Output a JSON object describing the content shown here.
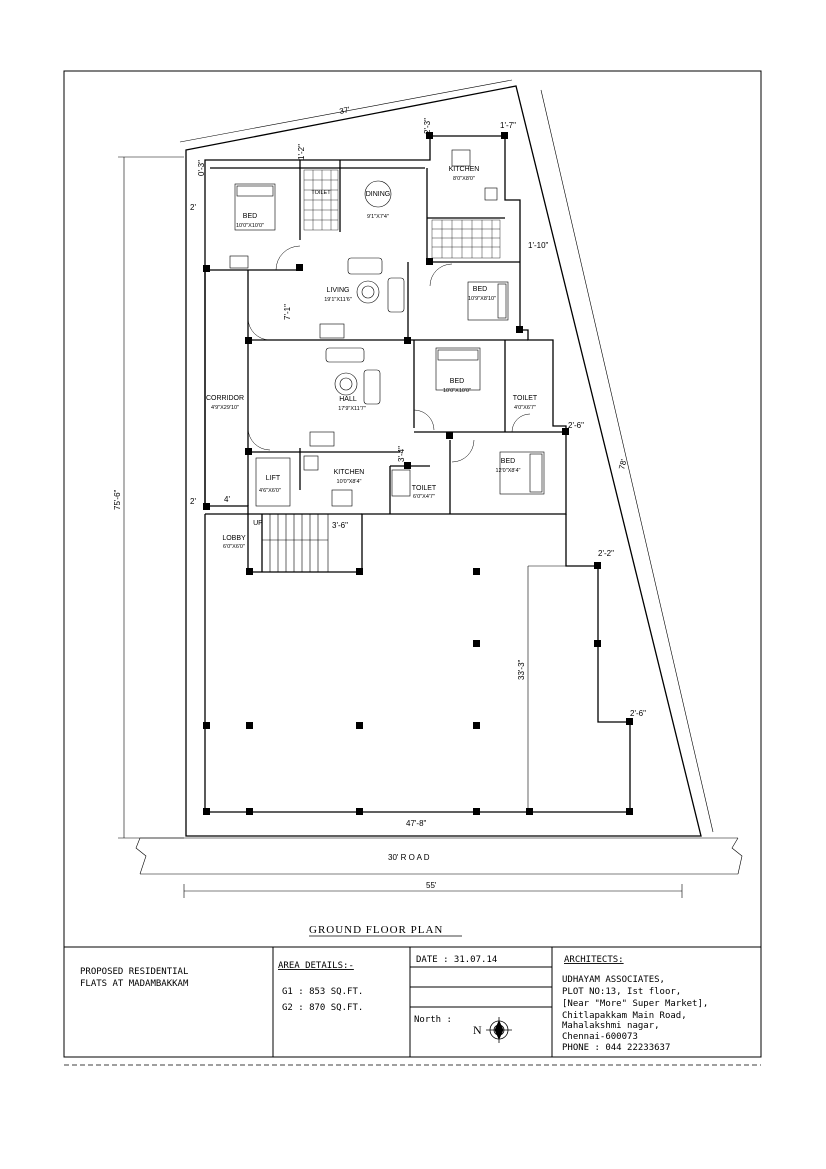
{
  "plan": {
    "title": "GROUND  FLOOR  PLAN",
    "rooms": {
      "dining": {
        "name": "DINING",
        "size": "9'1\"X7'4\""
      },
      "kitchen1": {
        "name": "KITCHEN",
        "size": "8'0\"X8'0\""
      },
      "bed1": {
        "name": "BED",
        "size": "10'0\"X10'0\""
      },
      "toilet1": {
        "name": "TOILET",
        "size": ""
      },
      "living": {
        "name": "LIVING",
        "size": "19'1\"X11'6\""
      },
      "bed2": {
        "name": "BED",
        "size": "10'9\"X8'10\""
      },
      "corridor": {
        "name": "CORRIDOR",
        "size": "4'9\"X29'10\""
      },
      "hall": {
        "name": "HALL",
        "size": "17'9\"X11'7\""
      },
      "bed3": {
        "name": "BED",
        "size": "10'0\"X10'0\""
      },
      "toilet2": {
        "name": "TOILET",
        "size": "4'0\"X6'7\""
      },
      "bed4": {
        "name": "BED",
        "size": "12'0\"X8'4\""
      },
      "lift": {
        "name": "LIFT",
        "size": "4'6\"X6'0\""
      },
      "kitchen2": {
        "name": "KITCHEN",
        "size": "10'0\"X8'4\""
      },
      "toilet3": {
        "name": "TOILET",
        "size": "6'0\"X4'7\""
      },
      "lobby": {
        "name": "LOBBY",
        "size": "6'0\"X6'0\""
      },
      "up": "UP"
    },
    "dims": {
      "top": "37'",
      "left": "75'-6\"",
      "right": "78'",
      "bottom_inner": "47'-8\"",
      "bottom_overall": "55'",
      "parking_depth": "33'-3\"",
      "stair": "3'-6\"",
      "d_2_left_top": "2'",
      "d_2_left_bottom": "2'",
      "d_4": "4'",
      "d_1_2": "1'-2\"",
      "d_2_3": "2'-3\"",
      "d_1_7": "1'-7\"",
      "d_1_10": "1'-10\"",
      "d_2_6a": "2'-6\"",
      "d_2_2": "2'-2\"",
      "d_2_6b": "2'-6\"",
      "d_7_1": "7'-1\"",
      "d_3_4": "3'-4\"",
      "d_0_3": "0'-3\""
    },
    "road": "30' R O A D"
  },
  "title_block": {
    "project": [
      "PROPOSED  RESIDENTIAL",
      "FLATS  AT  MADAMBAKKAM"
    ],
    "area_heading": "AREA  DETAILS:-",
    "area_lines": [
      "G1  :  853  SQ.FT.",
      "G2  :  870  SQ.FT."
    ],
    "date": "DATE  :  31.07.14",
    "north_label": "North  :",
    "north_letter": "N",
    "architects_heading": "ARCHITECTS:",
    "architects_lines": [
      "UDHAYAM   ASSOCIATES,",
      "PLOT  NO:13,  Ist  floor,",
      "[Near  \"More\"  Super  Market],",
      "Chitlapakkam  Main  Road,",
      "Mahalakshmi  nagar,",
      "Chennai-600073",
      "PHONE  :  044  22233637"
    ]
  }
}
